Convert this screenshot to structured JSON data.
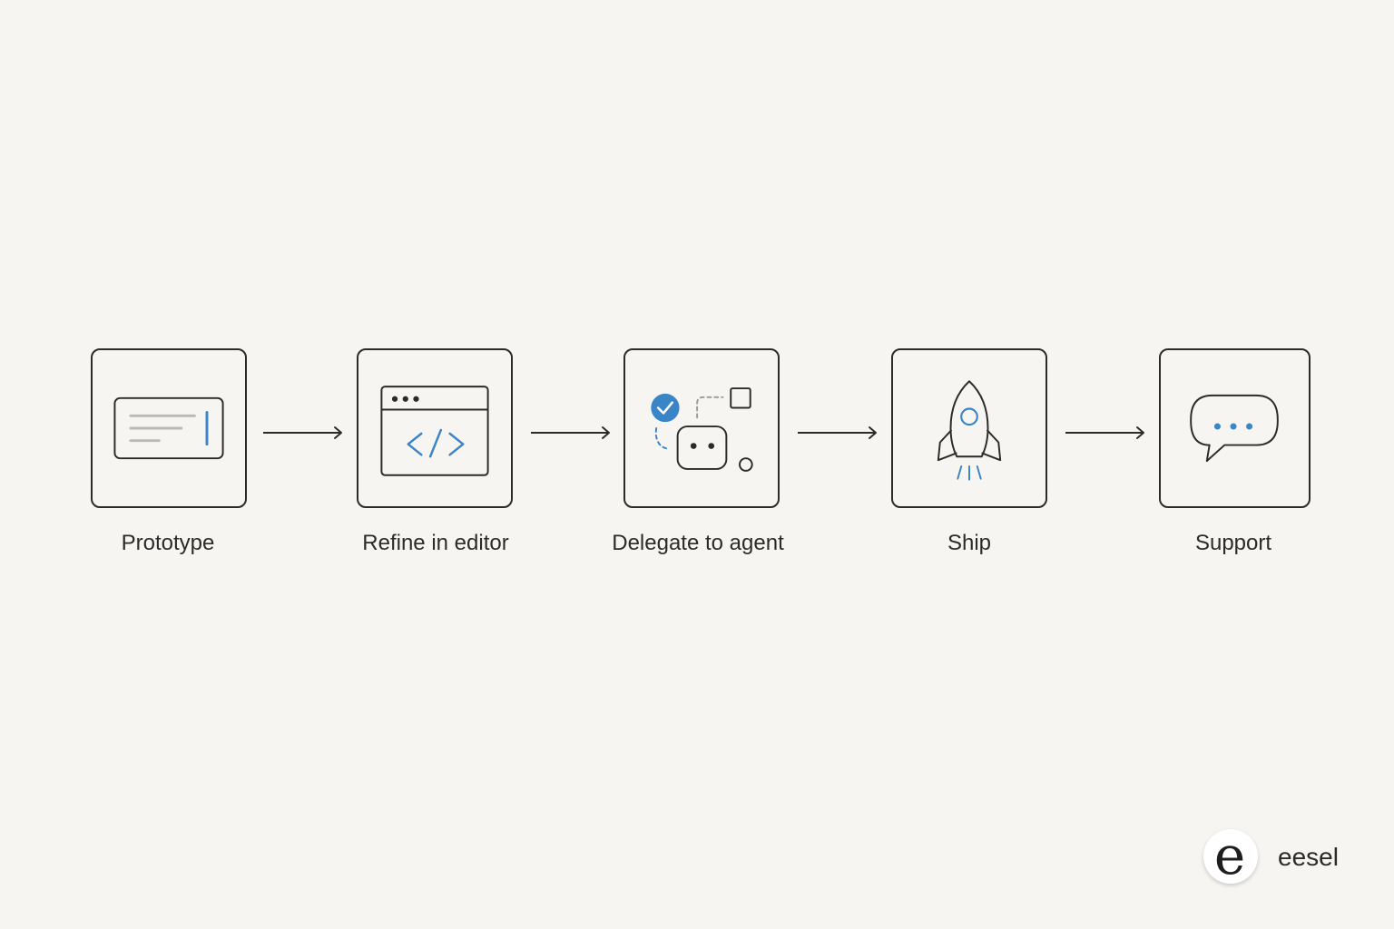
{
  "colors": {
    "background": "#f7f5f1",
    "stroke": "#2b2b2b",
    "accent": "#3a85c8",
    "muted": "#b9b9b9"
  },
  "steps": [
    {
      "label": "Prototype",
      "icon": "prototype-form-icon"
    },
    {
      "label": "Refine in editor",
      "icon": "code-editor-icon"
    },
    {
      "label": "Delegate to agent",
      "icon": "agent-bot-icon"
    },
    {
      "label": "Ship",
      "icon": "rocket-icon"
    },
    {
      "label": "Support",
      "icon": "chat-bubble-icon"
    }
  ],
  "brand": {
    "mark": "e",
    "name": "eesel",
    "icon": "eesel-logo-icon"
  }
}
